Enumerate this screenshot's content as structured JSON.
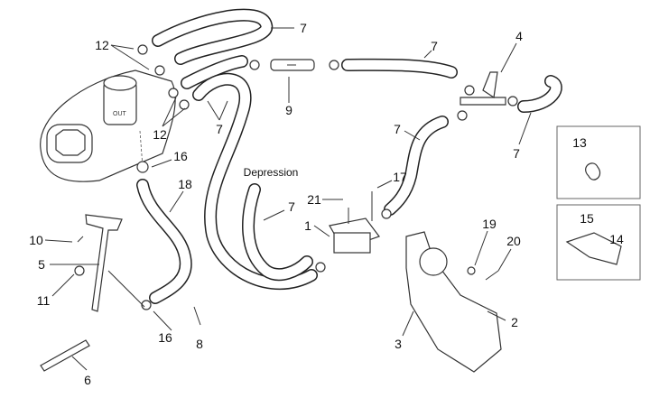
{
  "diagram": {
    "tank_marking": "OUT",
    "annotation": "Depression",
    "callouts": [
      {
        "id": "7a",
        "text": "7"
      },
      {
        "id": "12a",
        "text": "12"
      },
      {
        "id": "9",
        "text": "9"
      },
      {
        "id": "7b",
        "text": "7"
      },
      {
        "id": "12b",
        "text": "12"
      },
      {
        "id": "7c",
        "text": "7"
      },
      {
        "id": "4",
        "text": "4"
      },
      {
        "id": "7d",
        "text": "7"
      },
      {
        "id": "7e",
        "text": "7"
      },
      {
        "id": "13",
        "text": "13"
      },
      {
        "id": "15",
        "text": "15"
      },
      {
        "id": "14",
        "text": "14"
      },
      {
        "id": "16a",
        "text": "16"
      },
      {
        "id": "18",
        "text": "18"
      },
      {
        "id": "7f",
        "text": "7"
      },
      {
        "id": "21",
        "text": "21"
      },
      {
        "id": "17",
        "text": "17"
      },
      {
        "id": "1",
        "text": "1"
      },
      {
        "id": "19",
        "text": "19"
      },
      {
        "id": "20",
        "text": "20"
      },
      {
        "id": "10",
        "text": "10"
      },
      {
        "id": "5",
        "text": "5"
      },
      {
        "id": "11",
        "text": "11"
      },
      {
        "id": "8",
        "text": "8"
      },
      {
        "id": "16b",
        "text": "16"
      },
      {
        "id": "6",
        "text": "6"
      },
      {
        "id": "2",
        "text": "2"
      },
      {
        "id": "3",
        "text": "3"
      }
    ]
  }
}
